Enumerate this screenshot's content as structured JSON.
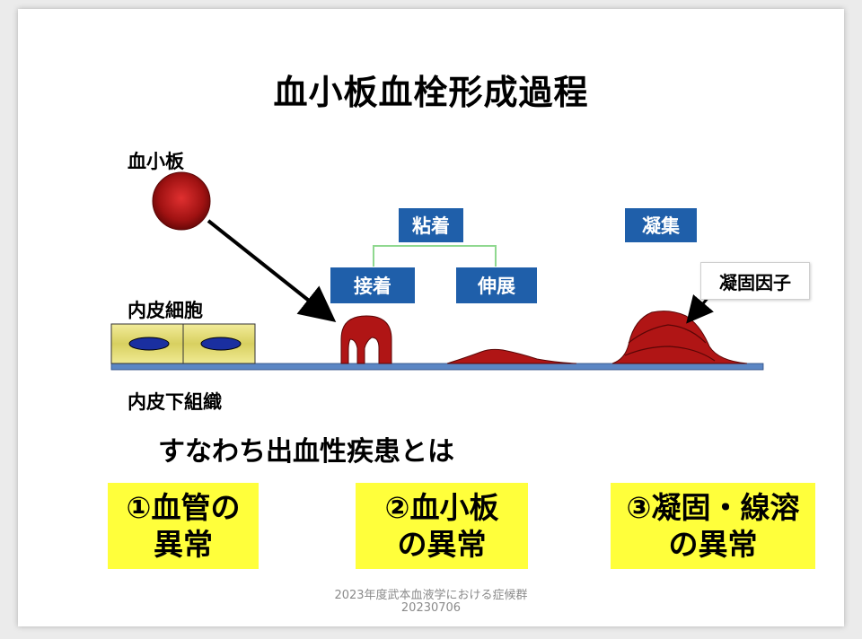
{
  "slide": {
    "title": "血小板血栓形成過程",
    "labels": {
      "platelet": "血小板",
      "endothelial_cell": "内皮細胞",
      "subendothelium": "内皮下組織"
    },
    "process": {
      "adhesion": "粘着",
      "attachment": "接着",
      "spreading": "伸展",
      "aggregation": "凝集",
      "coagulation_factor": "凝固因子"
    },
    "subtitle": "すなわち出血性疾患とは",
    "categories": [
      {
        "line1": "①血管の",
        "line2": "異常"
      },
      {
        "line1": "②血小板",
        "line2": "の異常"
      },
      {
        "line1": "③凝固・線溶",
        "line2": "の異常"
      }
    ],
    "footer": {
      "line1": "2023年度武本血液学における症候群",
      "line2": "20230706"
    }
  },
  "colors": {
    "platelet_red": "#b01515",
    "box_blue": "#1f5faa",
    "highlight_yellow": "#ffff3b",
    "bracket_green": "#8fd88f",
    "cell_yellow": "#e8e07a",
    "nucleus_blue": "#1a2fa0",
    "membrane_blue": "#5b86c4"
  }
}
